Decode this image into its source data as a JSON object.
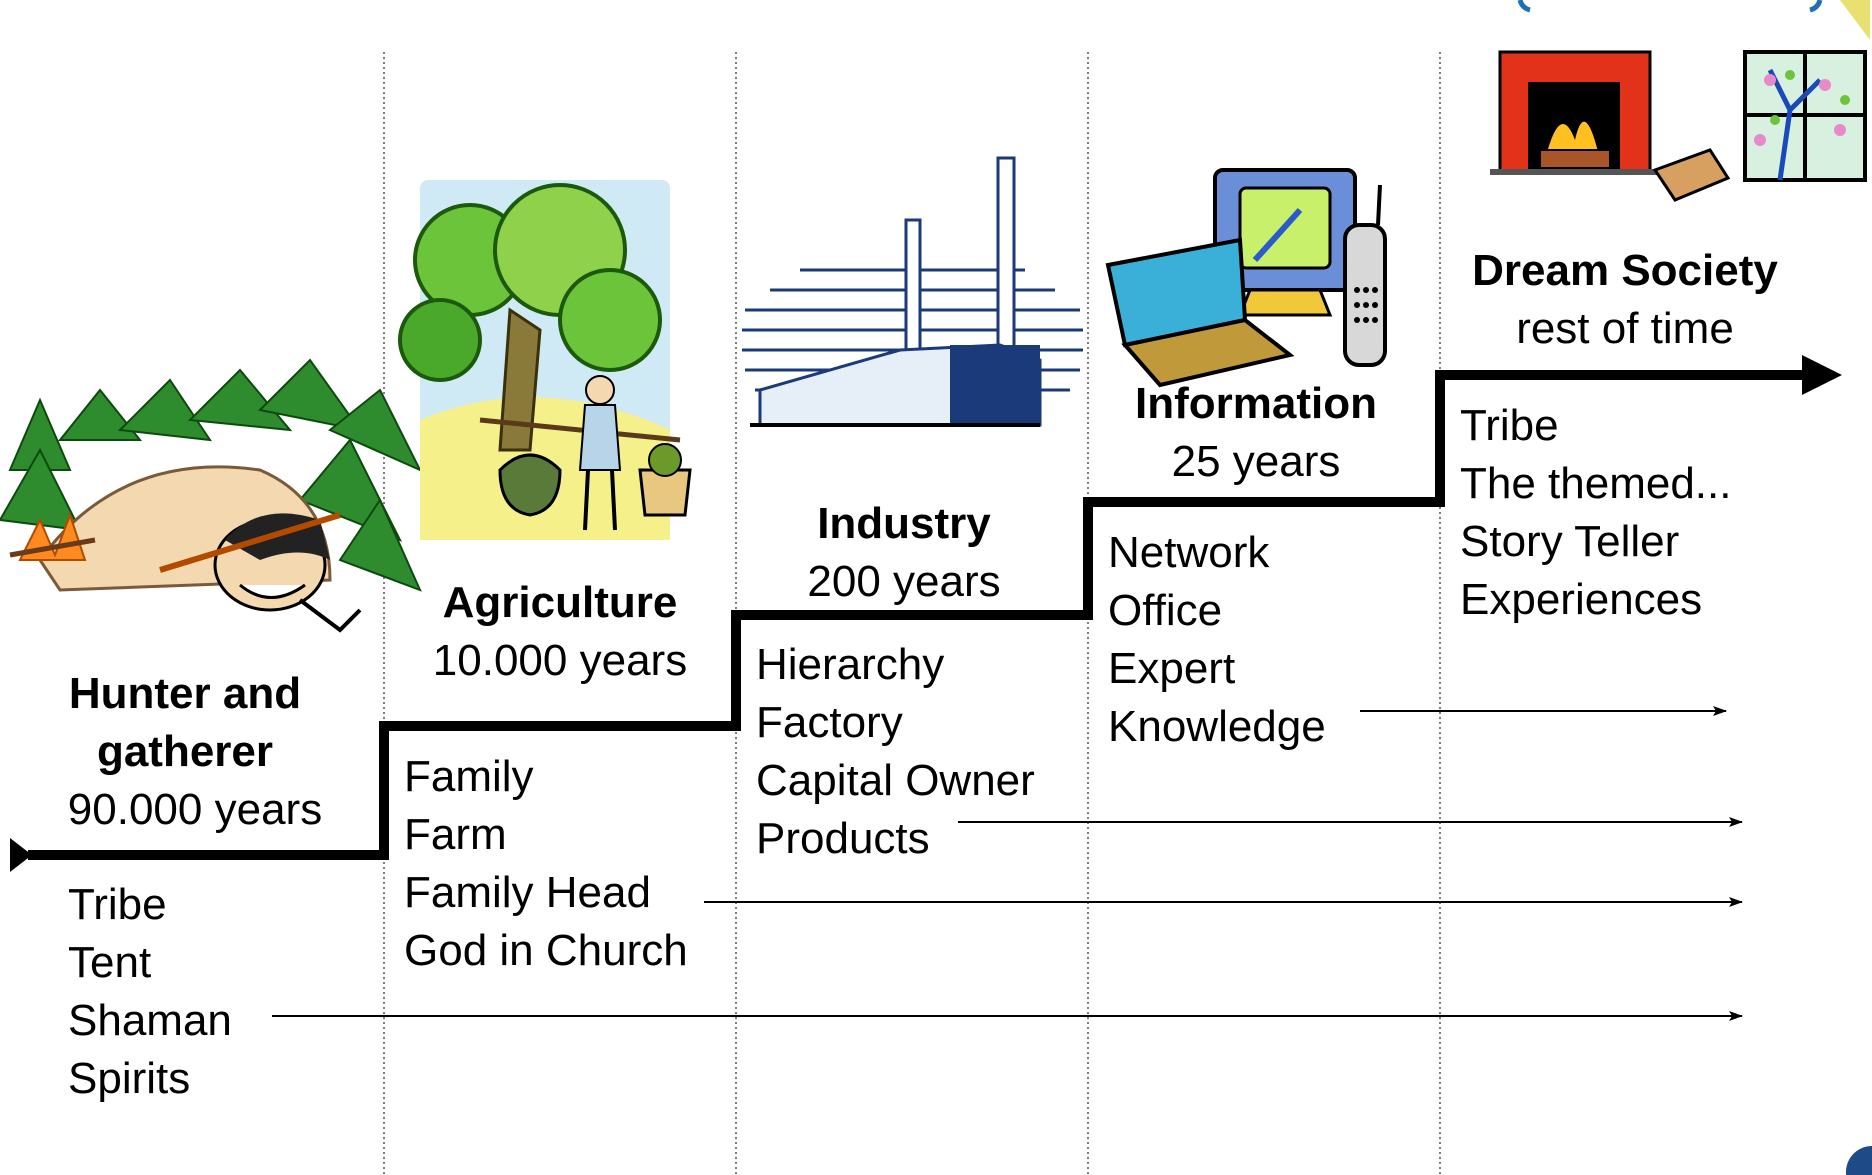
{
  "eras": [
    {
      "id": "hunter",
      "name_lines": [
        "Hunter and",
        "gatherer"
      ],
      "duration": "90.000 years",
      "items": [
        "Tribe",
        "Tent",
        "Shaman",
        "Spirits"
      ],
      "icon": "caveman-campfire-icon"
    },
    {
      "id": "agriculture",
      "name_lines": [
        "Agriculture"
      ],
      "duration": "10.000 years",
      "items": [
        "Family",
        "Farm",
        "Family Head",
        "God in Church"
      ],
      "icon": "farmer-trees-icon"
    },
    {
      "id": "industry",
      "name_lines": [
        "Industry"
      ],
      "duration": "200 years",
      "items": [
        "Hierarchy",
        "Factory",
        "Capital Owner",
        "Products"
      ],
      "icon": "factory-smokestacks-icon"
    },
    {
      "id": "information",
      "name_lines": [
        "Information"
      ],
      "duration": "25 years",
      "items": [
        "Network",
        "Office",
        "Expert",
        "Knowledge"
      ],
      "icon": "computer-laptop-phone-icon"
    },
    {
      "id": "dream",
      "name_lines": [
        "Dream Society"
      ],
      "duration": "rest of time",
      "items": [
        "Tribe",
        "The themed...",
        "Story Teller",
        "Experiences"
      ],
      "icon": "fireplace-window-icon"
    }
  ],
  "colors": {
    "line": "#000000",
    "divider": "#555555",
    "accent": "#1f6fb2"
  }
}
